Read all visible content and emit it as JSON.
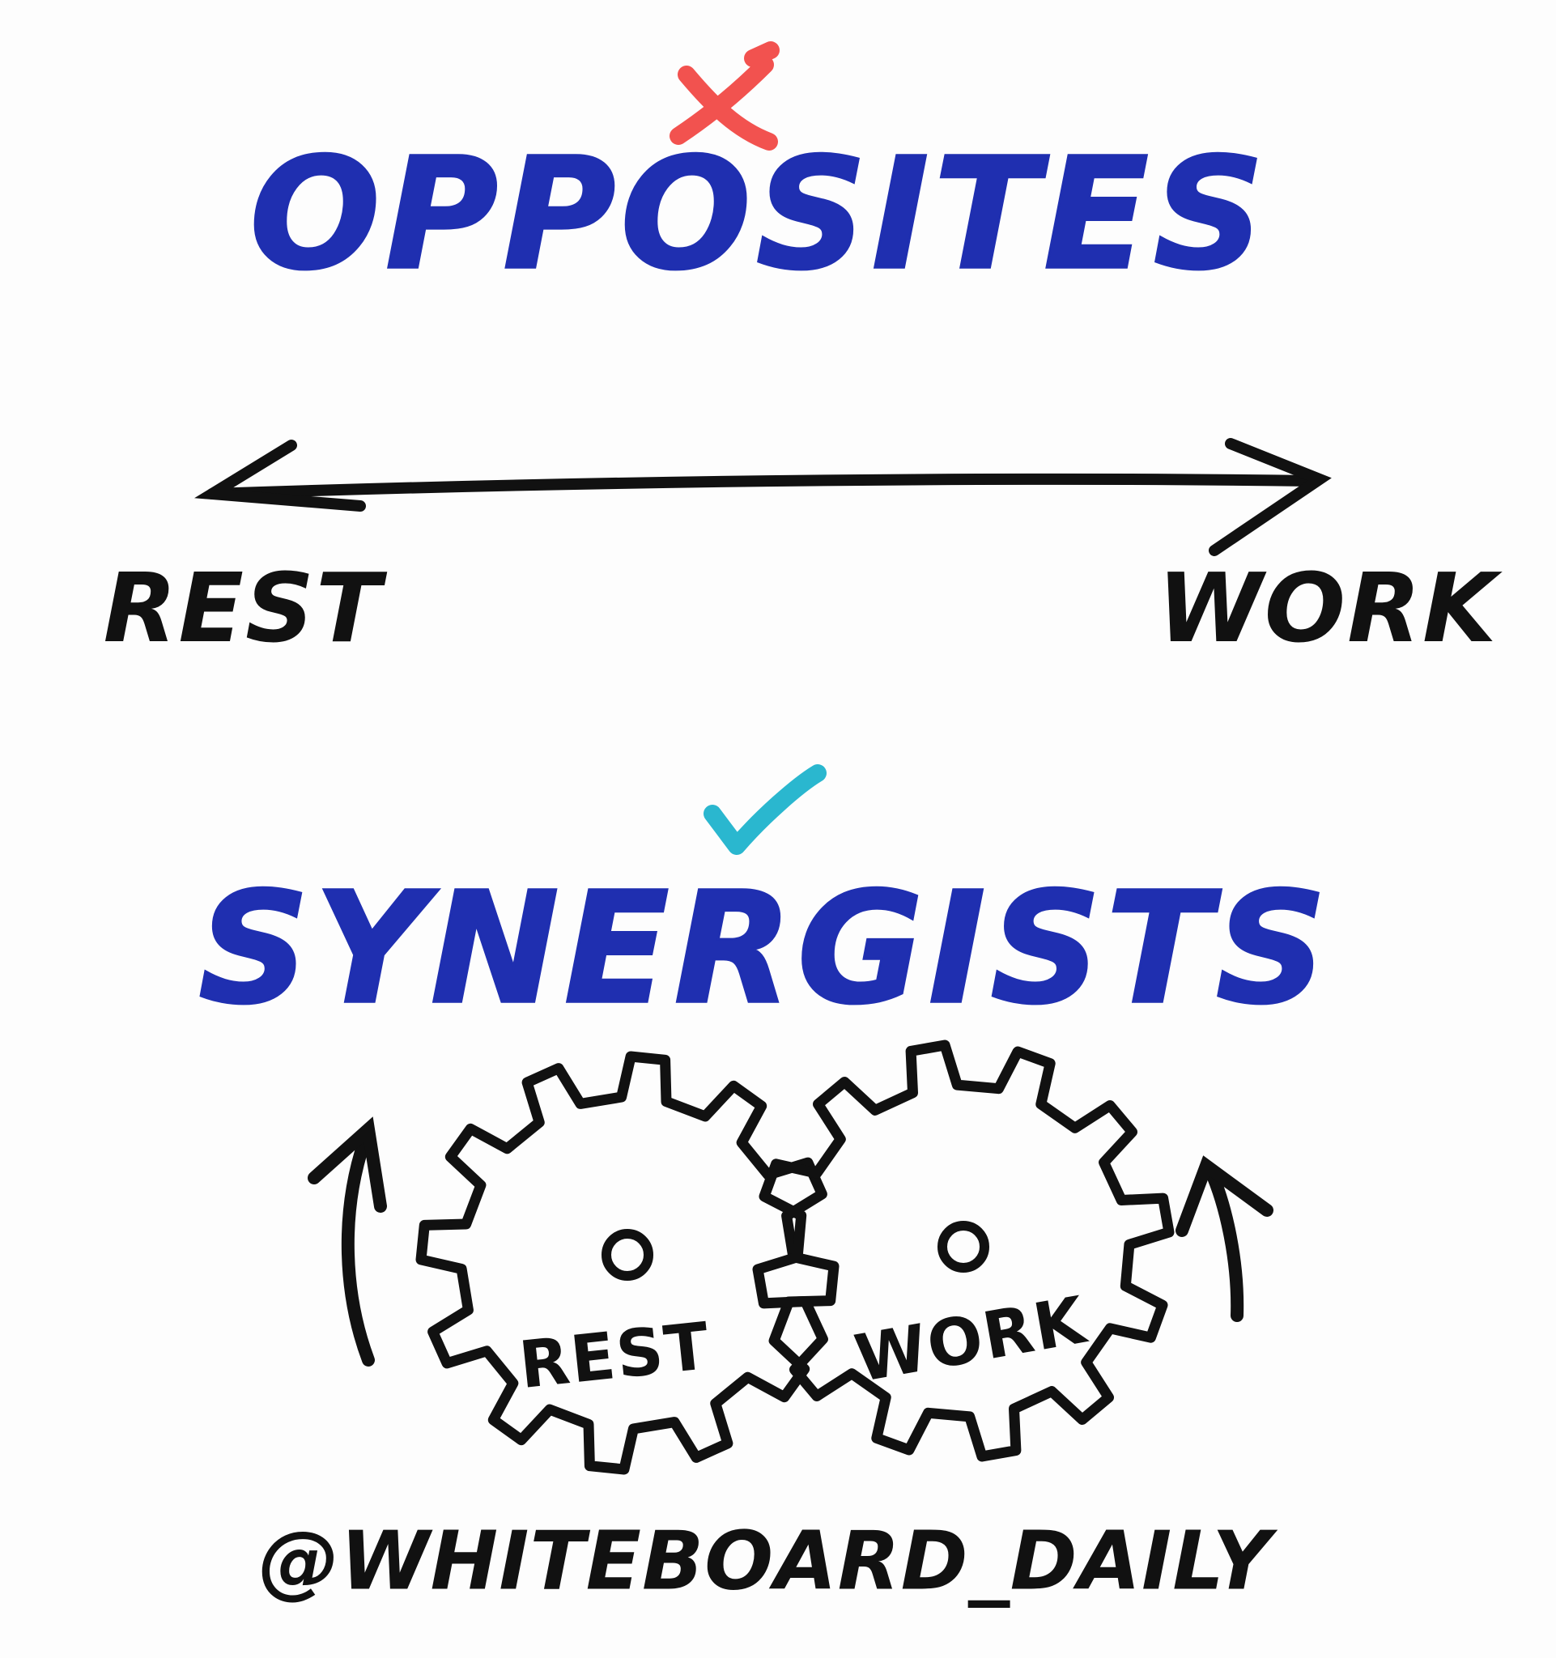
{
  "top_heading": {
    "mark": "x",
    "text": "OPPOSITES"
  },
  "spectrum": {
    "left_label": "REST",
    "right_label": "WORK"
  },
  "bottom_heading": {
    "mark": "check",
    "text": "SYNERGISTS"
  },
  "gears": {
    "left_label": "REST",
    "right_label": "WORK"
  },
  "footer": {
    "handle": "@WHITEBOARD_DAILY"
  },
  "colors": {
    "blue_ink": "#1f2fb0",
    "black_ink": "#111111",
    "red_mark": "#f2524f",
    "teal_mark": "#2ab7cf"
  }
}
